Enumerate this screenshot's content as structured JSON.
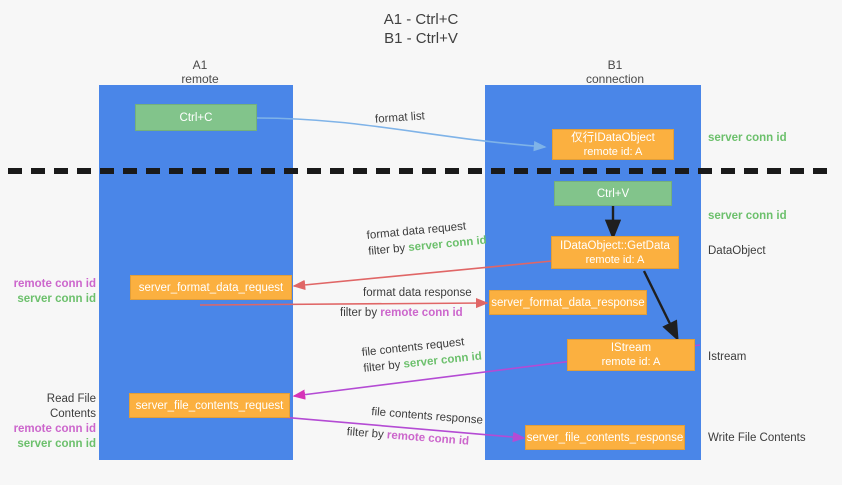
{
  "title": {
    "line1": "A1 - Ctrl+C",
    "line2": "B1 - Ctrl+V"
  },
  "columns": [
    {
      "name": "A1",
      "role": "remote"
    },
    {
      "name": "B1",
      "role": "connection"
    }
  ],
  "colors": {
    "lane": "#4a86e8",
    "green_box": "#82c48b",
    "orange_box": "#fbb040",
    "server_conn": "#6cc06c",
    "remote_conn": "#cc66cc",
    "arrow_blue": "#7fb3e8",
    "arrow_red": "#e06666",
    "arrow_purple": "#b44bd4",
    "arrow_magenta": "#d633b8",
    "arrow_dark": "#1f1f1f"
  },
  "boxes": {
    "ctrl_c": {
      "label": "Ctrl+C"
    },
    "ctrl_v": {
      "label": "Ctrl+V"
    },
    "idataobject": {
      "label": "仅行IDataObject",
      "sub": "remote id: A"
    },
    "getdata": {
      "label": "IDataObject::GetData",
      "sub": "remote id: A"
    },
    "istream": {
      "label": "IStream",
      "sub": "remote id: A"
    },
    "server_format_data_request": {
      "label": "server_format_data_request"
    },
    "server_format_data_response": {
      "label": "server_format_data_response"
    },
    "server_file_contents_request": {
      "label": "server_file_contents_request"
    },
    "server_file_contents_response": {
      "label": "server_file_contents_response"
    }
  },
  "right_labels": [
    {
      "text": "server conn id",
      "style": "green"
    },
    {
      "text": "server conn id",
      "style": "green"
    },
    {
      "text": "DataObject",
      "style": "plain"
    },
    {
      "text": "Istream",
      "style": "plain"
    },
    {
      "text": "Write File Contents",
      "style": "plain"
    }
  ],
  "left_labels": {
    "format_block": {
      "line1": "remote conn id",
      "line2": "server conn id"
    },
    "file_block": {
      "title": "Read File Contents",
      "line1": "remote conn id",
      "line2": "server conn id"
    }
  },
  "arrow_labels": {
    "format_list": "format list",
    "format_data_request": {
      "line1": "format data request",
      "prefix": "filter by ",
      "conn": "server conn id"
    },
    "format_data_response": {
      "line1": "format data response",
      "prefix": "filter by ",
      "conn": "remote conn id"
    },
    "file_contents_request": {
      "line1": "file contents request",
      "prefix": "filter by ",
      "conn": "server conn id"
    },
    "file_contents_response": {
      "line1": "file contents response",
      "prefix": "filter by ",
      "conn": "remote conn id"
    }
  }
}
